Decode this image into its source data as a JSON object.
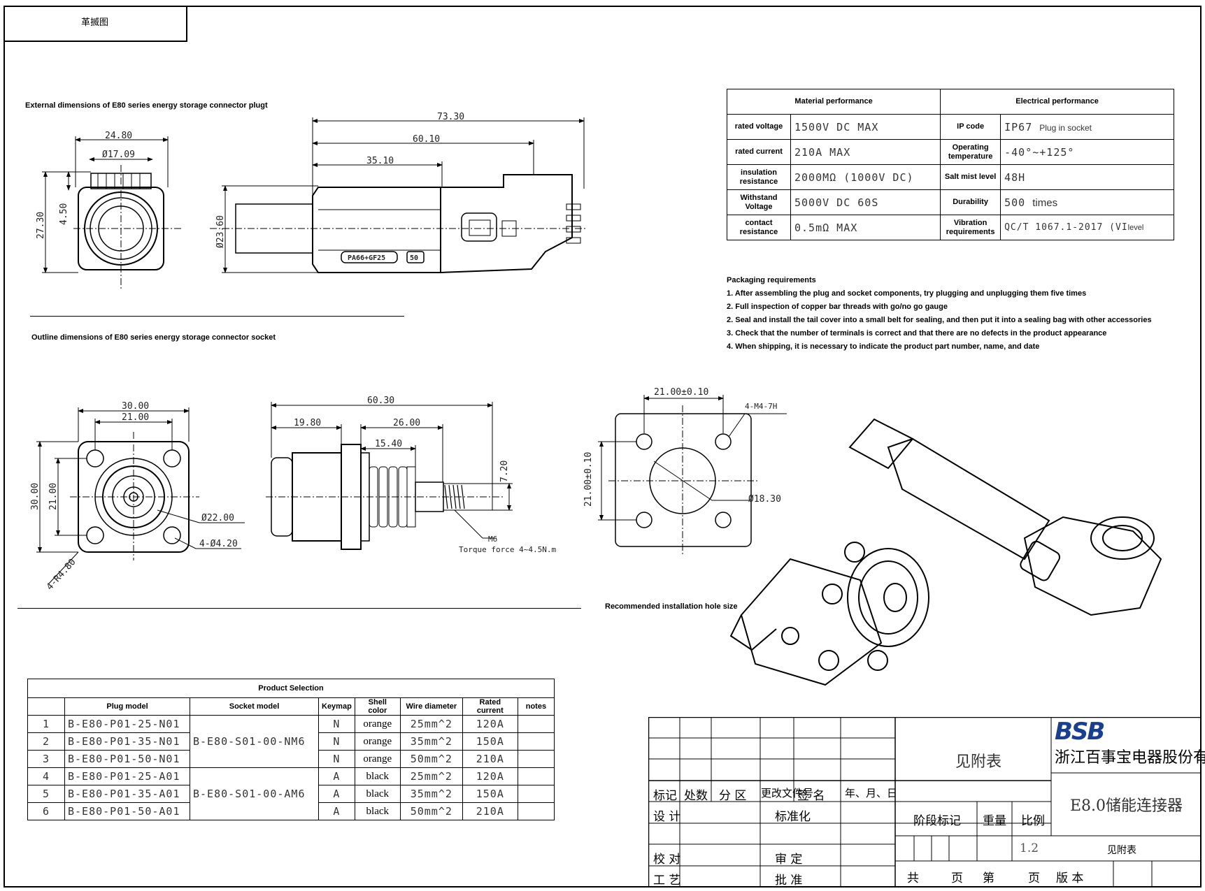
{
  "stamp": "革揻图",
  "captions": {
    "plug": "External dimensions of E80 series energy storage connector plugt",
    "socket": "Outline dimensions of E80 series energy storage connector socket",
    "hole": "Recommended installation hole size"
  },
  "plug_dims": {
    "width": "24.80",
    "dia": "Ø17.09",
    "height": "27.30",
    "small": "4.50",
    "len_total": "73.30",
    "len_mid": "60.10",
    "len_front": "35.10",
    "dia_body": "Ø23.60",
    "marking_left": "PA66+GF25",
    "marking_right": "50"
  },
  "socket_dims": {
    "outer": "30.00",
    "pitch": "21.00",
    "outer_v": "30.00",
    "pitch_v": "21.00",
    "dia": "Ø22.00",
    "holes": "4-Ø4.20",
    "radius": "4-R4.80",
    "len_total": "60.30",
    "len_a": "19.80",
    "len_b": "26.00",
    "len_c": "15.40",
    "stud": "7.20",
    "thread": "M6",
    "torque": "Torque force 4~4.5N.m"
  },
  "hole_dims": {
    "pitch_h": "21.00±0.10",
    "tap": "4-M4-7H",
    "pitch_v": "21.00±0.10",
    "dia": "Ø18.30"
  },
  "spec": {
    "h_material": "Material performance",
    "h_electrical": "Electrical performance",
    "rows": [
      {
        "l1": "rated voltage",
        "v1": "1500V DC MAX",
        "l2": "IP code",
        "v2": "IP67",
        "v2_note": "Plug in socket"
      },
      {
        "l1": "rated current",
        "v1": "210A MAX",
        "l2": "Operating temperature",
        "v2": "-40°~+125°",
        "v2_note": ""
      },
      {
        "l1": "insulation resistance",
        "v1": "2000MΩ (1000V DC)",
        "l2": "Salt mist level",
        "v2": "48H",
        "v2_note": ""
      },
      {
        "l1": "Withstand Voltage",
        "v1": "5000V DC 60S",
        "l2": "Durability",
        "v2": "500",
        "v2_note": "times"
      },
      {
        "l1": "contact resistance",
        "v1": "0.5mΩ MAX",
        "l2": "Vibration requirements",
        "v2": "QC/T 1067.1-2017 (VI",
        "v2_note": "level"
      }
    ]
  },
  "packaging": {
    "title": "Packaging requirements",
    "items": [
      "1. After assembling the plug and socket components, try plugging and unplugging them five times",
      "2. Full inspection of copper bar threads with go/no go gauge",
      "2. Seal and install the tail cover into a small belt for sealing, and then put it into a sealing bag with other accessories",
      "3. Check that the number of terminals is correct and that there are no defects in the product appearance",
      "4. When shipping, it is necessary to indicate the product part number, name, and date"
    ]
  },
  "product": {
    "title": "Product Selection",
    "headers": [
      "",
      "Plug model",
      "Socket model",
      "Keymap",
      "Shell color",
      "Wire diameter",
      "Rated current",
      "notes"
    ],
    "rows": [
      {
        "no": "1",
        "plug": "B-E80-P01-25-N01",
        "key": "N",
        "color": "orange",
        "wire": "25mm^2",
        "current": "120A"
      },
      {
        "no": "2",
        "plug": "B-E80-P01-35-N01",
        "key": "N",
        "color": "orange",
        "wire": "35mm^2",
        "current": "150A"
      },
      {
        "no": "3",
        "plug": "B-E80-P01-50-N01",
        "key": "N",
        "color": "orange",
        "wire": "50mm^2",
        "current": "210A"
      },
      {
        "no": "4",
        "plug": "B-E80-P01-25-A01",
        "key": "A",
        "color": "black",
        "wire": "25mm^2",
        "current": "120A"
      },
      {
        "no": "5",
        "plug": "B-E80-P01-35-A01",
        "key": "A",
        "color": "black",
        "wire": "35mm^2",
        "current": "150A"
      },
      {
        "no": "6",
        "plug": "B-E80-P01-50-A01",
        "key": "A",
        "color": "black",
        "wire": "50mm^2",
        "current": "210A"
      }
    ],
    "socket_n": "B-E80-S01-00-NM6",
    "socket_a": "B-E80-S01-00-AM6"
  },
  "title_block": {
    "logo": "BSB",
    "company": "浙江百事宝电器股份有限公司",
    "attached": "见附表",
    "product_name": "E8.0储能连接器",
    "mark": "标记",
    "count": "处数",
    "zone": "分 区",
    "change_doc": "更改文件号",
    "sign": "签 名",
    "date": "年、月、日",
    "design": "设 计",
    "standard": "标准化",
    "check": "校 对",
    "review": "审 定",
    "process": "工 艺",
    "approve": "批 准",
    "stage": "阶段标记",
    "weight": "重量",
    "scale": "比例",
    "scale_value": "1.2",
    "attached2": "见附表",
    "total": "共",
    "page": "页",
    "nth": "第",
    "page2": "页",
    "version": "版 本"
  }
}
